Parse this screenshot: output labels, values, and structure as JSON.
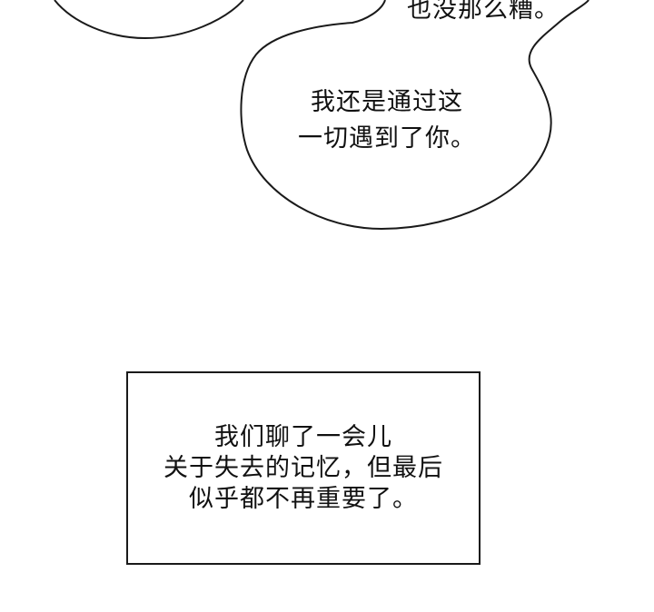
{
  "bubbles": {
    "top_fragment": {
      "text": "也没那么糟。"
    },
    "main": {
      "lines": [
        "我还是通过这",
        "一切遇到了你。"
      ]
    }
  },
  "narration": {
    "lines": [
      "我们聊了一会儿",
      "关于失去的记忆，但最后",
      "似乎都不再重要了。"
    ]
  }
}
